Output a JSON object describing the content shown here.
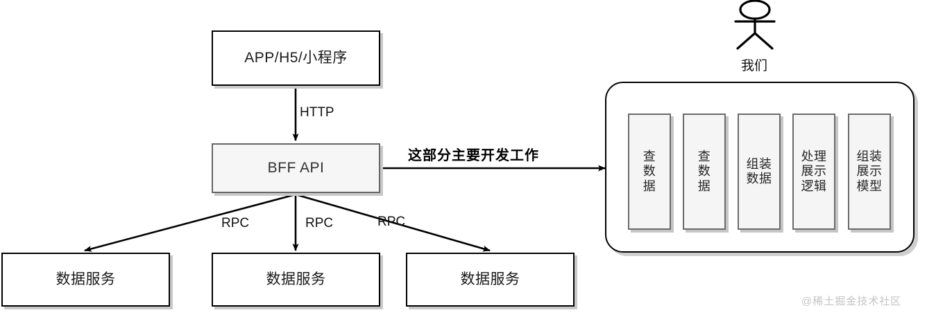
{
  "diagram": {
    "title": "BFF API architecture diagram",
    "colors": {
      "stroke": "#000000",
      "box_fill_white": "#ffffff",
      "box_fill_gray": "#f5f5f5",
      "box_border_gray": "#666666",
      "shadow": "#c9c9c9",
      "watermark": "#c4c4c4"
    }
  },
  "nodes": {
    "client": {
      "label": "APP/H5/小程序"
    },
    "bff": {
      "label": "BFF API"
    },
    "services": [
      {
        "label": "数据服务"
      },
      {
        "label": "数据服务"
      },
      {
        "label": "数据服务"
      }
    ]
  },
  "scope": {
    "actor": {
      "icon": "actor-stick-figure-icon",
      "label": "我们"
    },
    "steps": [
      {
        "label": "查\n数\n据"
      },
      {
        "label": "查\n数\n据"
      },
      {
        "label": "组装\n数据"
      },
      {
        "label": "处理\n展示\n逻辑"
      },
      {
        "label": "组装\n展示\n模型"
      }
    ]
  },
  "edges": {
    "http": {
      "label": "HTTP"
    },
    "to_scope": {
      "label": "这部分主要开发工作"
    },
    "rpc": [
      {
        "label": "RPC"
      },
      {
        "label": "RPC"
      },
      {
        "label": "RPC"
      }
    ]
  },
  "watermark": {
    "text": "@稀土掘金技术社区"
  }
}
